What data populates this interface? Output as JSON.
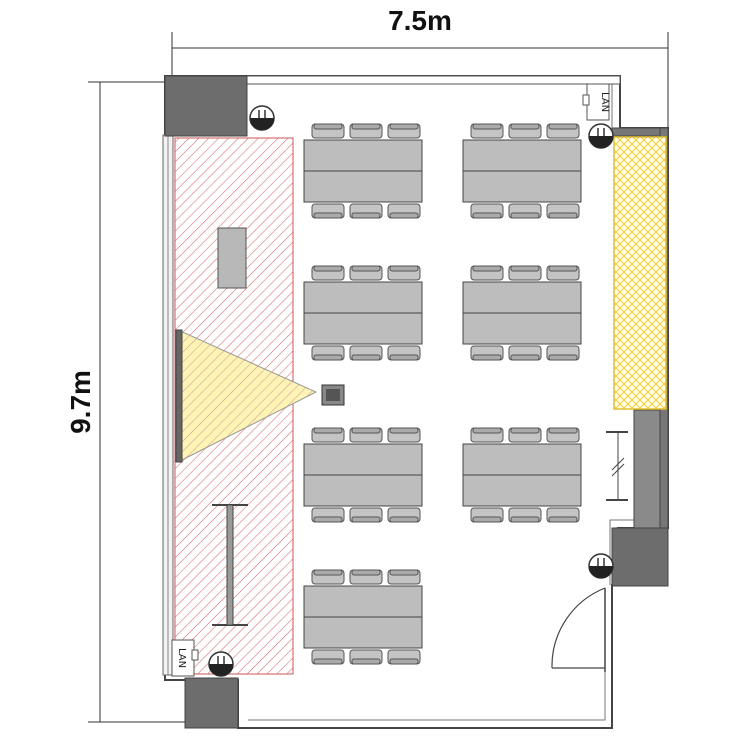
{
  "dimensions": {
    "width_label": "7.5m",
    "height_label": "9.7m"
  },
  "lan": {
    "label": "LAN",
    "count": 2
  },
  "furniture": {
    "tables": 7,
    "chairs_per_side": 3
  },
  "colors": {
    "wall": "#777777",
    "pillar": "#6d6d6d",
    "table": "#bdbdbd",
    "chair": "#c4c4c4",
    "hatch": "#d46a6a",
    "projection": "#fff4b3",
    "storage": "#f4e07a"
  }
}
